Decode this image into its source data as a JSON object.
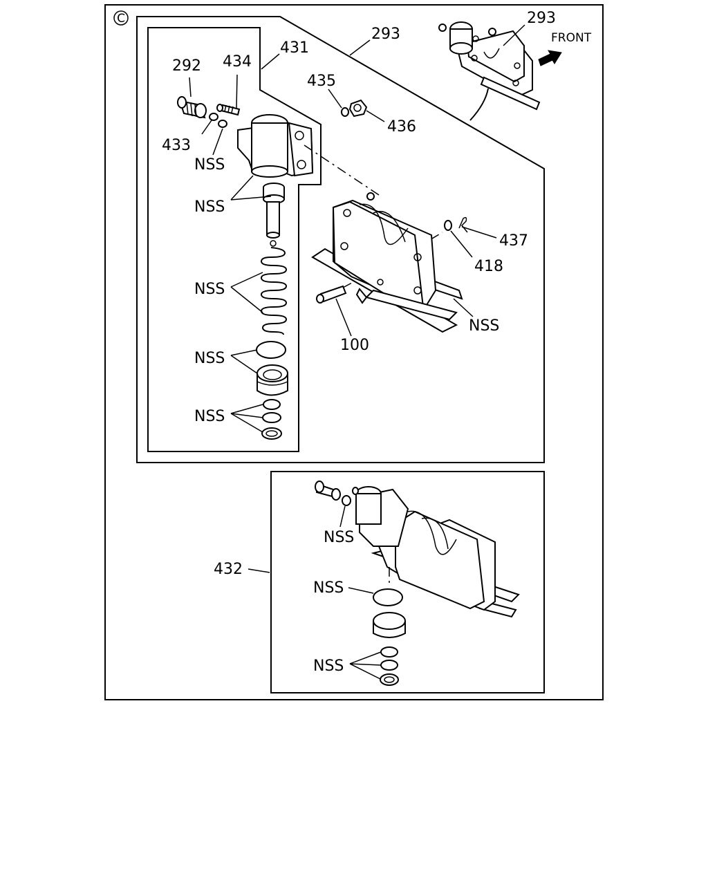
{
  "copyright_mark": "C",
  "front_label": "FRONT",
  "labels": {
    "p293_top": "293",
    "p293": "293",
    "p431": "431",
    "p292": "292",
    "p434": "434",
    "p433": "433",
    "p435": "435",
    "p436": "436",
    "p437": "437",
    "p418": "418",
    "p100": "100",
    "p432": "432",
    "nss_433": "NSS",
    "nss_body": "NSS",
    "nss_spring": "NSS",
    "nss_oring": "NSS",
    "nss_seals": "NSS",
    "nss_bracket": "NSS",
    "nss_inset_a": "NSS",
    "nss_inset_b": "NSS",
    "nss_inset_c": "NSS"
  }
}
